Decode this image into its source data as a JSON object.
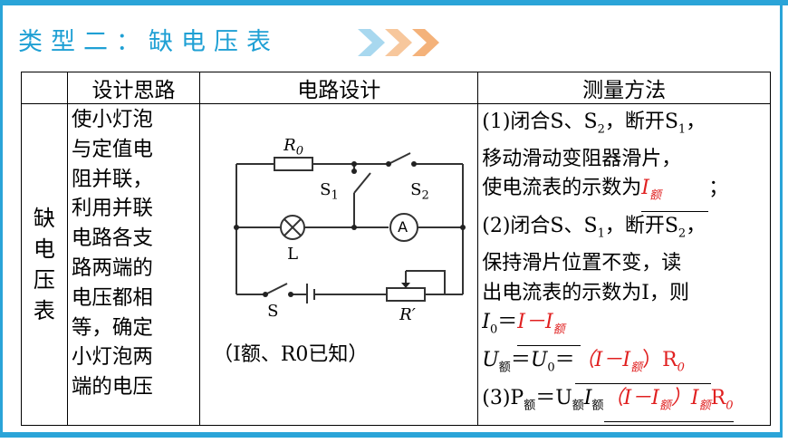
{
  "title": "类型二：缺电压表",
  "table": {
    "headers": [
      "",
      "设计思路",
      "电路设计",
      "测量方法"
    ],
    "side_label": [
      "缺",
      "电",
      "压",
      "表"
    ],
    "idea_lines": [
      "使小灯泡",
      "与定值电",
      "阻并联，",
      "利用并联",
      "电路各支",
      "路两端的",
      "电压都相",
      "等，确定",
      "小灯泡两",
      "端的电压"
    ],
    "circuit": {
      "labels": {
        "r0": "R",
        "r0_sub": "0",
        "s1": "S",
        "s1_sub": "1",
        "s2": "S",
        "s2_sub": "2",
        "lamp": "L",
        "ammeter": "A",
        "switch": "S",
        "rheostat": "R′"
      },
      "known_note": "（I额、R0已知）"
    },
    "method": {
      "step1_a": "(1)闭合S、S",
      "step1_a_sub": "2",
      "step1_b": "，断开S",
      "step1_b_sub": "1",
      "step1_c": "，",
      "step1_line2": "移动滑动变阻器滑片，",
      "step1_line3": "使电流表的示数为",
      "ans1": "I",
      "ans1_sub": "额",
      "semicolon": "；",
      "step2_a": "(2)闭合S、S",
      "step2_a_sub": "1",
      "step2_b": "，断开S",
      "step2_b_sub": "2",
      "step2_c": "，",
      "step2_line2": "保持滑片位置不变，读",
      "step2_line3": "出电流表的示数为I，则",
      "i0_label": "I",
      "i0_sub": "0",
      "eq": "＝",
      "ans2": "I－I",
      "ans2_sub": "额",
      "u_label": "U",
      "u_sub": "额",
      "u0": "U",
      "u0_sub": "0",
      "ans3": "（I－I",
      "ans3_sub": "额",
      "ans3_end": "）R",
      "ans3_r_sub": "0",
      "step3_a": "(3)P",
      "step3_p_sub": "额",
      "step3_b": "＝U",
      "step3_u_sub": "额",
      "step3_c": "I",
      "step3_i_sub": "额",
      "ans4": "（I－I",
      "ans4_sub": "额",
      "ans4_mid": "）I",
      "ans4_i_sub": "额",
      "ans4_end": "R",
      "ans4_r_sub": "0"
    }
  }
}
